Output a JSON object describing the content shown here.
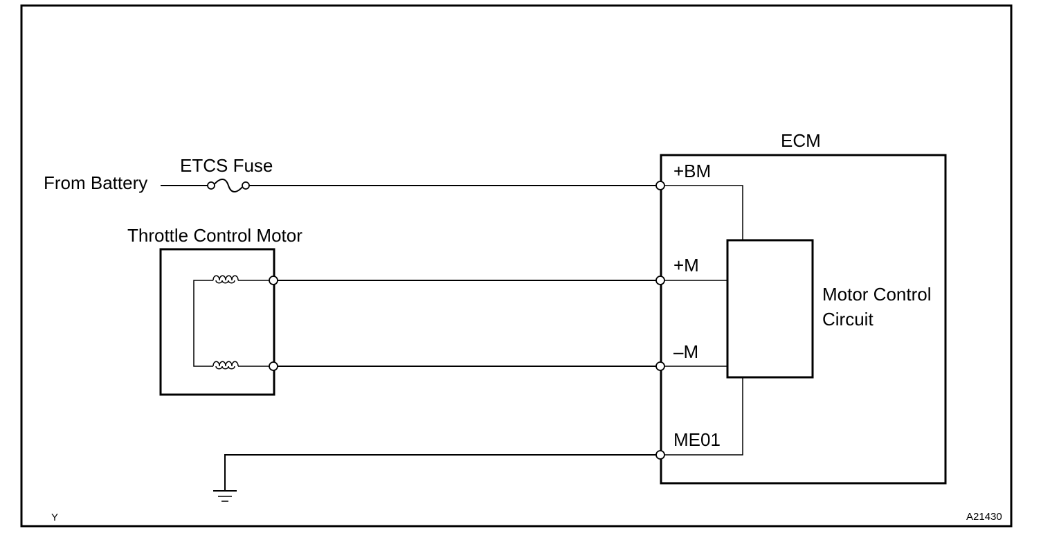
{
  "diagram": {
    "labels": {
      "from_battery": "From Battery",
      "etcs_fuse": "ETCS Fuse",
      "throttle_control_motor": "Throttle Control Motor",
      "ecm": "ECM",
      "motor_control_circuit_line1": "Motor Control",
      "motor_control_circuit_line2": "Circuit"
    },
    "terminals": {
      "bm": "+BM",
      "plus_m": "+M",
      "minus_m": "–M",
      "me01": "ME01"
    },
    "footer": {
      "left_code": "Y",
      "figure_id": "A21430"
    }
  }
}
